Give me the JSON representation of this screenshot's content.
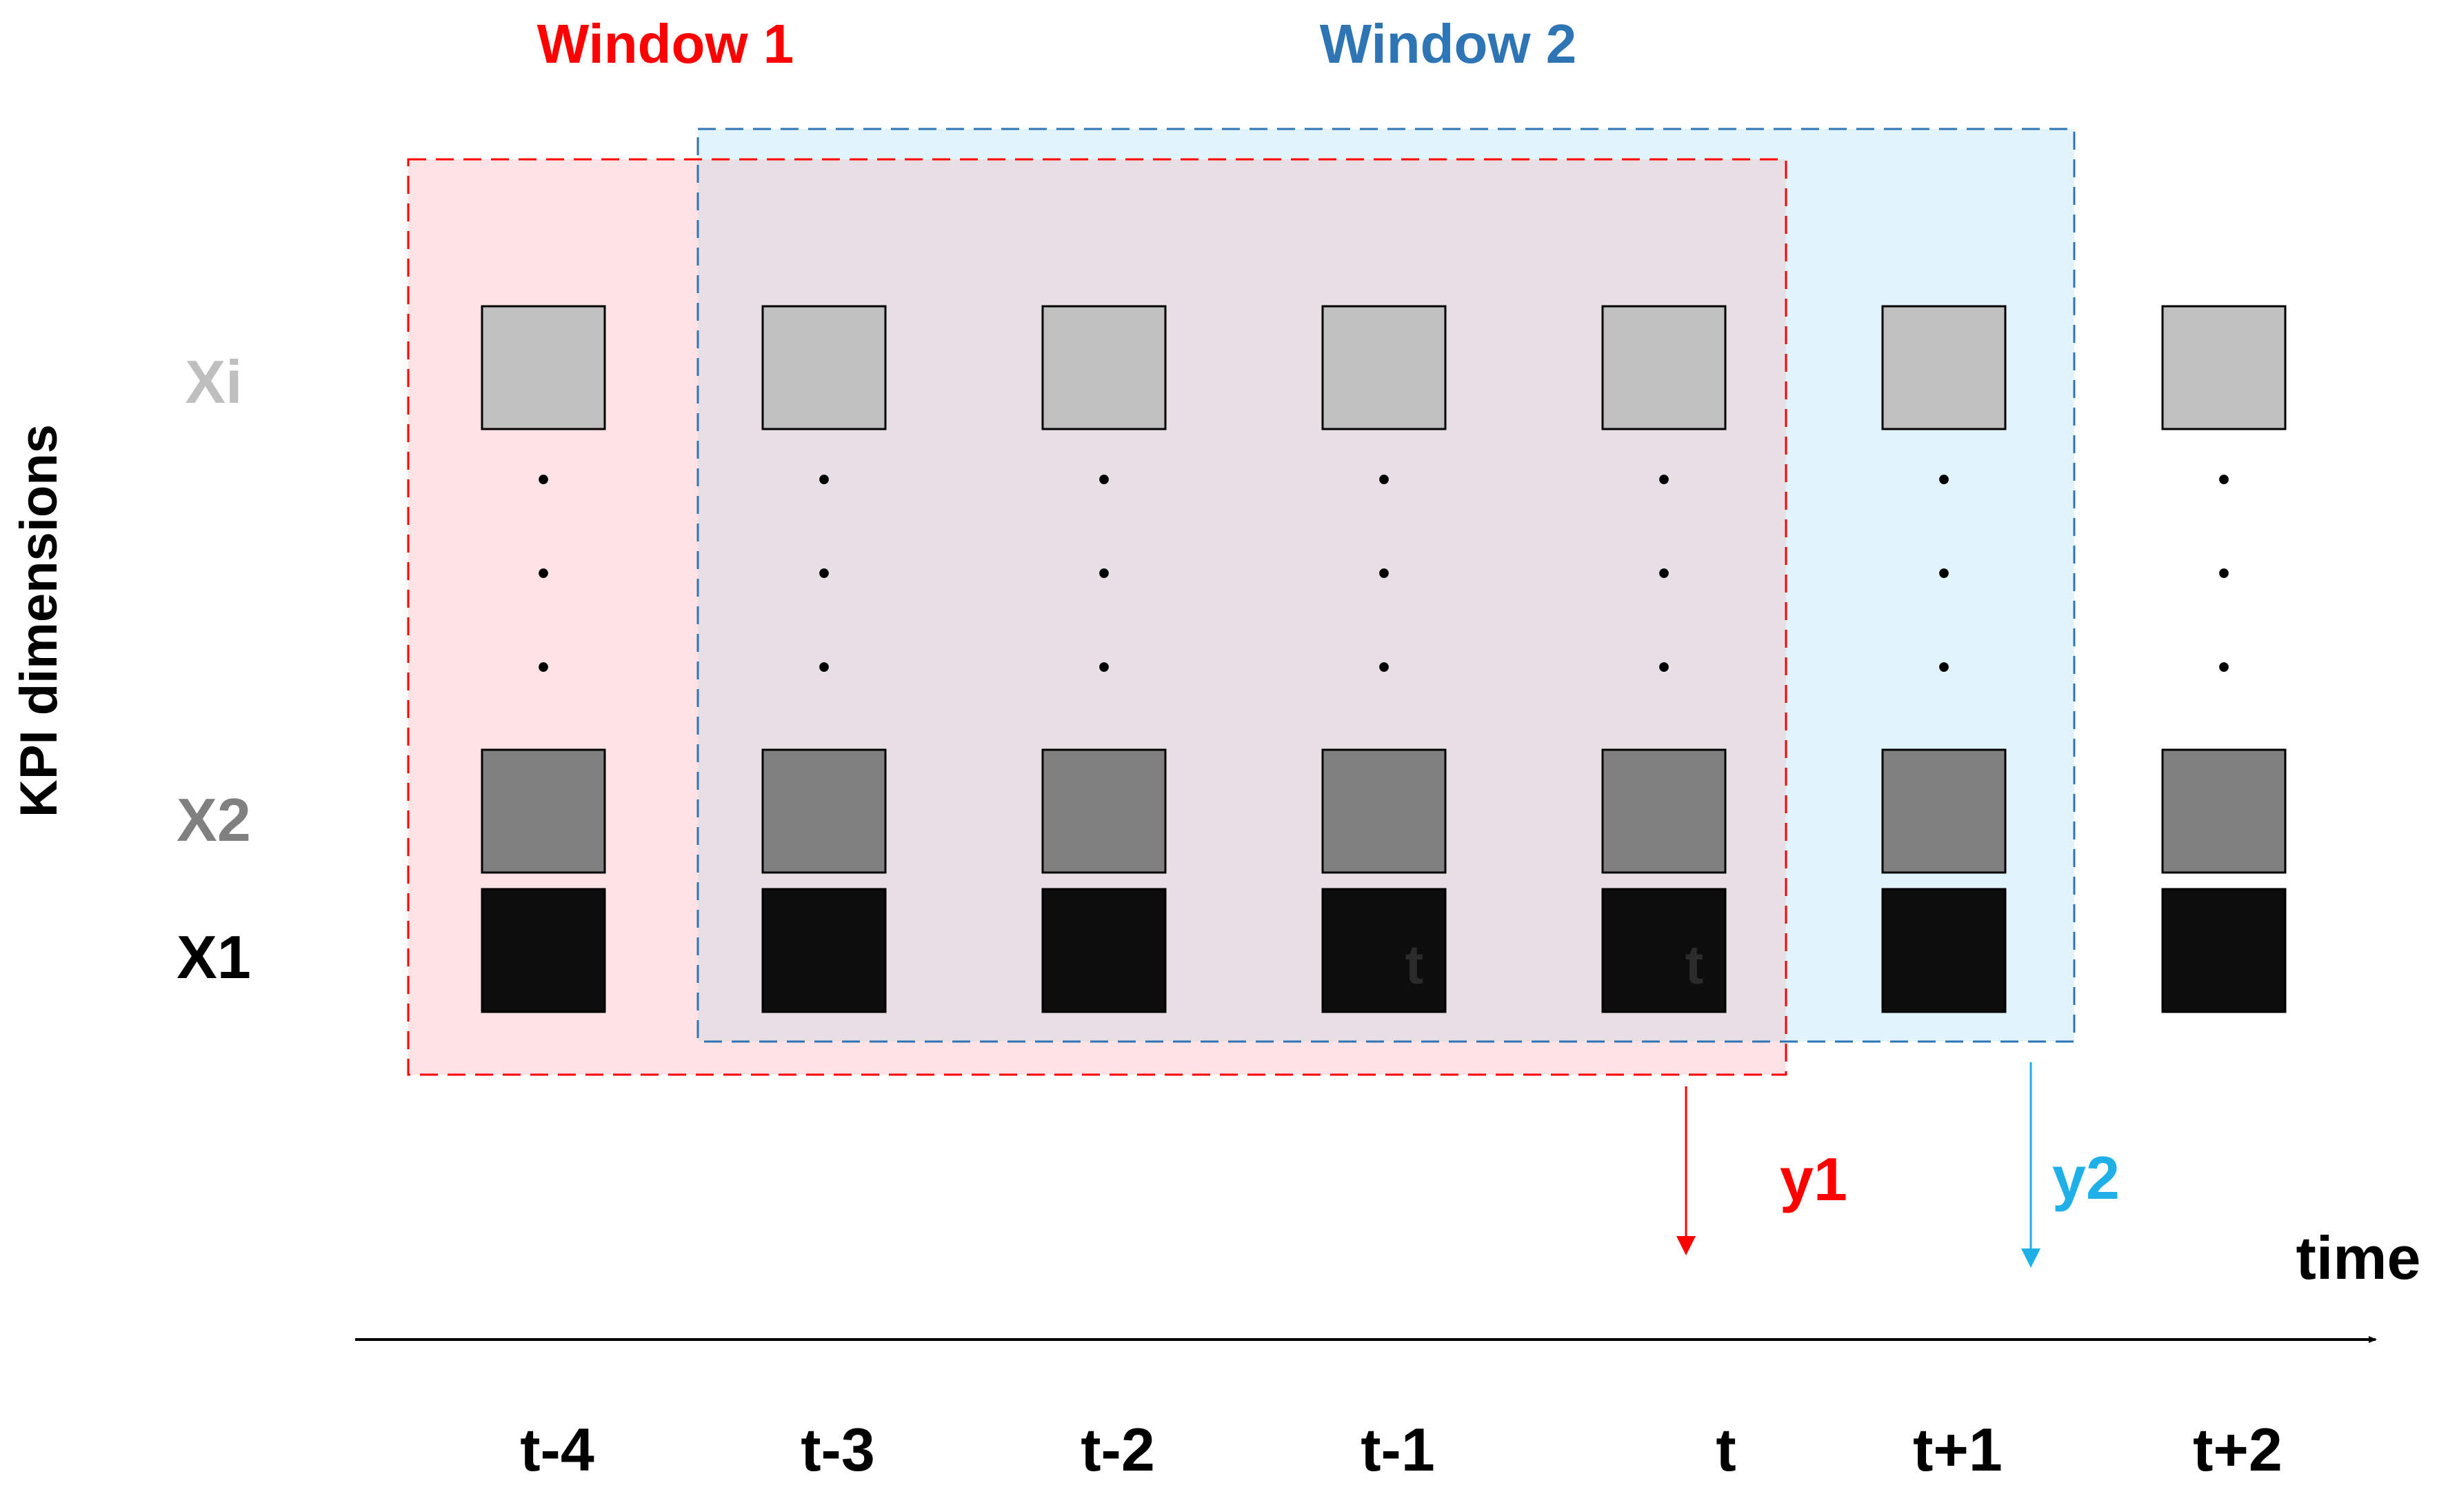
{
  "windows": [
    {
      "label": "Window 1",
      "color": "#ff0000",
      "fill": "#fde3e5",
      "output_label": "y1",
      "arrow_color": "#ff0000"
    },
    {
      "label": "Window 2",
      "color": "#2e75b6",
      "fill": "#e2f4fb",
      "output_label": "y2",
      "arrow_color": "#1fb0e8"
    }
  ],
  "overlap_fill": "#e8dfe4",
  "y_axis_label": "KPI dimensions",
  "x_axis_label": "time",
  "rows": [
    {
      "label": "Xi",
      "color": "#c0c0c0",
      "label_color": "#bfbfbf"
    },
    {
      "label": "X2",
      "color": "#808080",
      "label_color": "#808080"
    },
    {
      "label": "X1",
      "color": "#0d0d0d",
      "label_color": "#000000"
    }
  ],
  "time_steps": [
    "t-4",
    "t-3",
    "t-2",
    "t-1",
    "t",
    "t+1",
    "t+2"
  ],
  "ellipsis_dot": "•",
  "box_marks": [
    {
      "time_index": 3,
      "text": "t"
    },
    {
      "time_index": 4,
      "text": "t"
    }
  ],
  "window_spans": [
    {
      "window": 0,
      "from": 0,
      "to": 4,
      "output_at": 4
    },
    {
      "window": 1,
      "from": 1,
      "to": 5,
      "output_at": 5
    }
  ]
}
